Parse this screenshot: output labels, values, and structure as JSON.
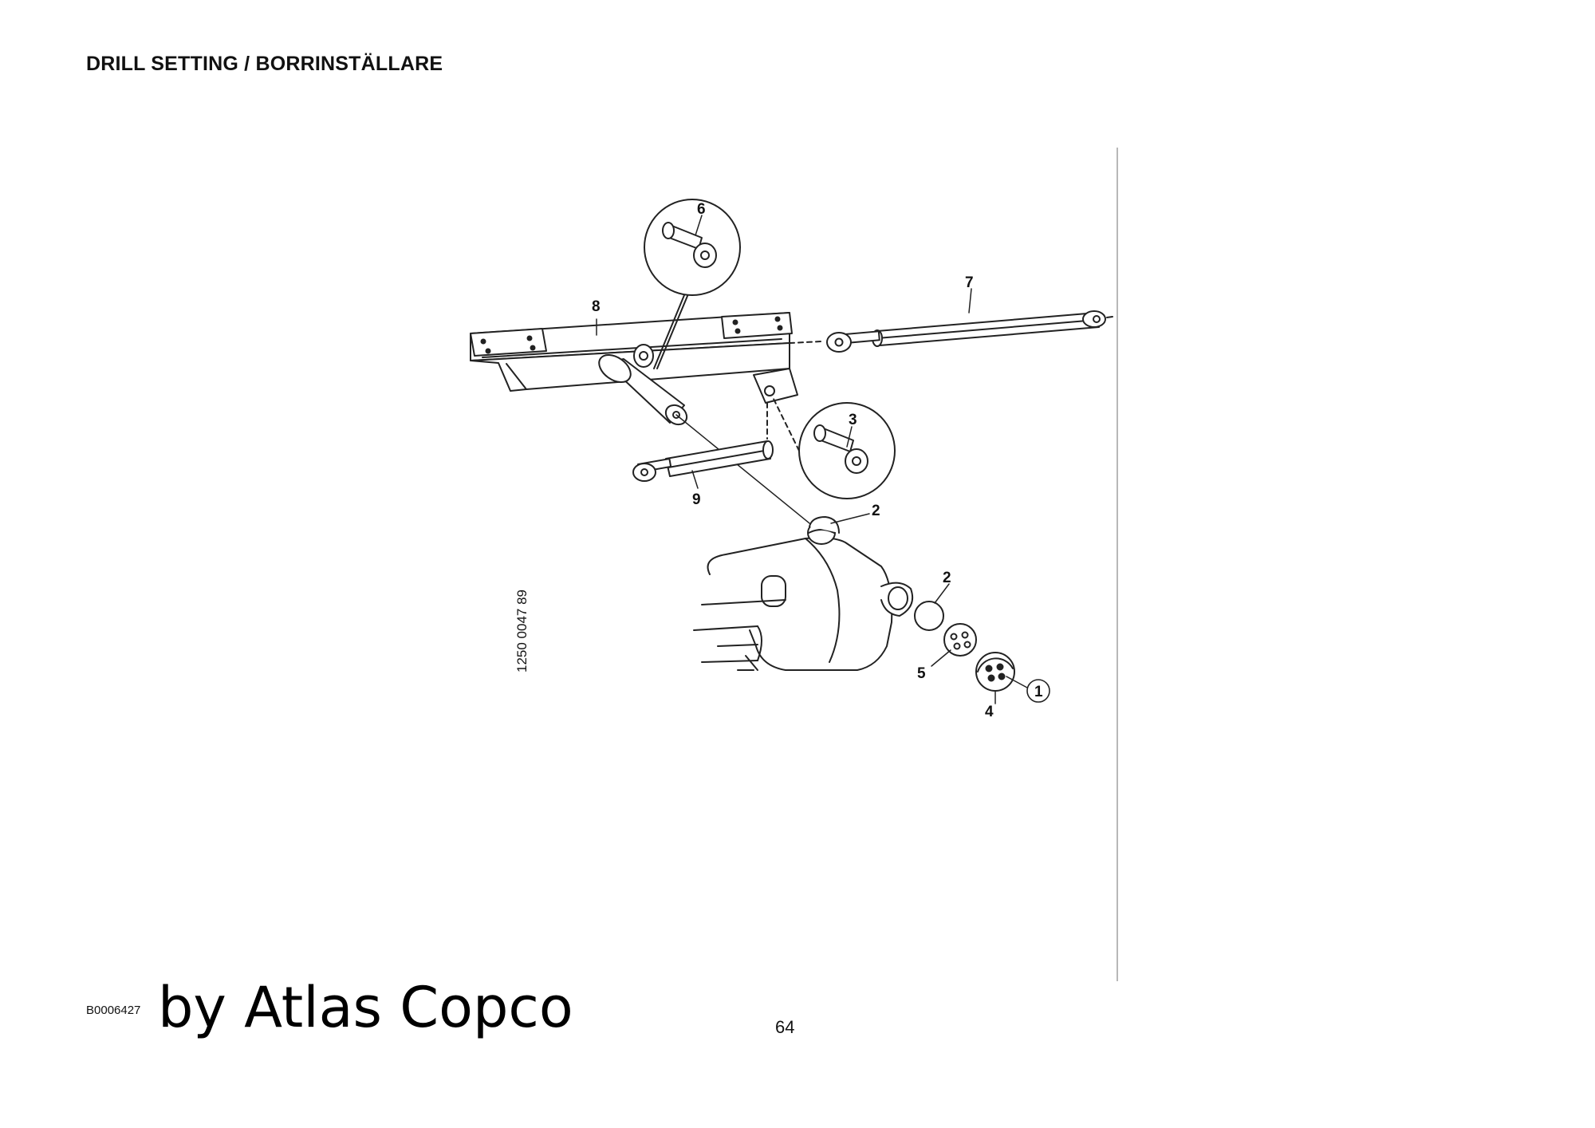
{
  "document": {
    "title": "DRILL SETTING / BORRINSTÄLLARE",
    "doc_id": "B0006427",
    "brand_text": "by Atlas Copco",
    "page_number": "64"
  },
  "diagram": {
    "drawing_number": "1250 0047 89",
    "callouts": {
      "c1": "1",
      "c2a": "2",
      "c2b": "2",
      "c3": "3",
      "c4": "4",
      "c5": "5",
      "c6": "6",
      "c7": "7",
      "c8": "8",
      "c9": "9"
    }
  }
}
